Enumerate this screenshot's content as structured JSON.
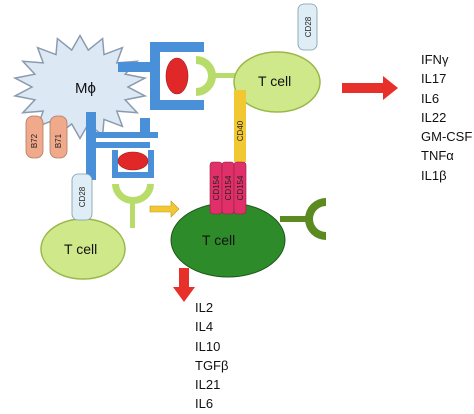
{
  "colors": {
    "macrophage_fill": "#dde8f5",
    "macrophage_stroke": "#8a9bb0",
    "tcell_fill": "#cfe88a",
    "tcell_stroke": "#9ab84a",
    "activated_tcell_fill": "#2e8b2a",
    "mhc_blue": "#4a90d9",
    "antigen_red": "#e02828",
    "tcr_green": "#b8dc6a",
    "cd28_fill": "#dfeef6",
    "b7_fill": "#f0a98a",
    "cd40_fill": "#f2c832",
    "cd154_fill": "#e0306a",
    "receptor_dark_green": "#5a8a20",
    "arrow_red": "#e8302a",
    "arrow_yellow": "#f2c832"
  },
  "macrophage": {
    "label": "Mϕ"
  },
  "top_tcell": {
    "label": "T cell",
    "cd28_label": "CD28"
  },
  "left_tcell": {
    "label": "T cell",
    "cd28_label": "CD28"
  },
  "center_tcell": {
    "label": "T cell"
  },
  "costim": {
    "b72_label": "B72",
    "b71_label": "B71",
    "cd40_label": "CD40",
    "cd154_labels": [
      "CD154",
      "CD154",
      "CD154"
    ]
  },
  "cytokines_right": [
    "IFNγ",
    "IL17",
    "IL6",
    "IL22",
    "GM-CSF",
    "TNFα",
    "IL1β"
  ],
  "cytokines_bottom": [
    "IL2",
    "IL4",
    "IL10",
    "TGFβ",
    "IL21",
    "IL6"
  ]
}
